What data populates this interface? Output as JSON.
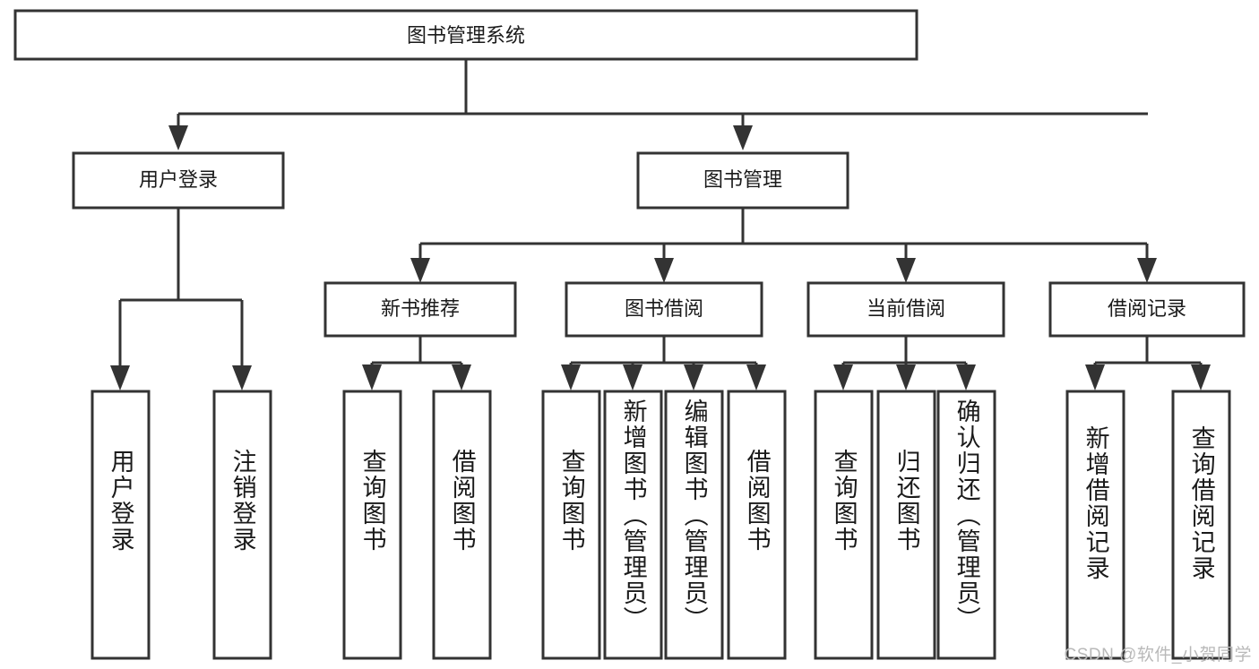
{
  "diagram": {
    "type": "hierarchy-tree",
    "title": "图书管理系统",
    "watermark": "CSDN @软件_小贺同学",
    "colors": {
      "box_stroke": "#333333",
      "box_fill": "#ffffff",
      "text": "#1a1a1a",
      "watermark": "#b9b9b9",
      "background": "#ffffff"
    },
    "root": {
      "label": "图书管理系统"
    },
    "level2": [
      {
        "label": "用户登录"
      },
      {
        "label": "图书管理"
      }
    ],
    "level3": [
      {
        "label": "新书推荐"
      },
      {
        "label": "图书借阅"
      },
      {
        "label": "当前借阅"
      },
      {
        "label": "借阅记录"
      }
    ],
    "leaves": {
      "user_login": [
        {
          "label": "用户登录"
        },
        {
          "label": "注销登录"
        }
      ],
      "new_book_recommend": [
        {
          "label": "查询图书"
        },
        {
          "label": "借阅图书"
        }
      ],
      "book_borrow": [
        {
          "label": "查询图书"
        },
        {
          "label": "新增图书（管理员）"
        },
        {
          "label": "编辑图书（管理员）"
        },
        {
          "label": "借阅图书"
        }
      ],
      "current_borrow": [
        {
          "label": "查询图书"
        },
        {
          "label": "归还图书"
        },
        {
          "label": "确认归还（管理员）"
        }
      ],
      "borrow_record": [
        {
          "label": "新增借阅记录"
        },
        {
          "label": "查询借阅记录"
        }
      ]
    }
  }
}
